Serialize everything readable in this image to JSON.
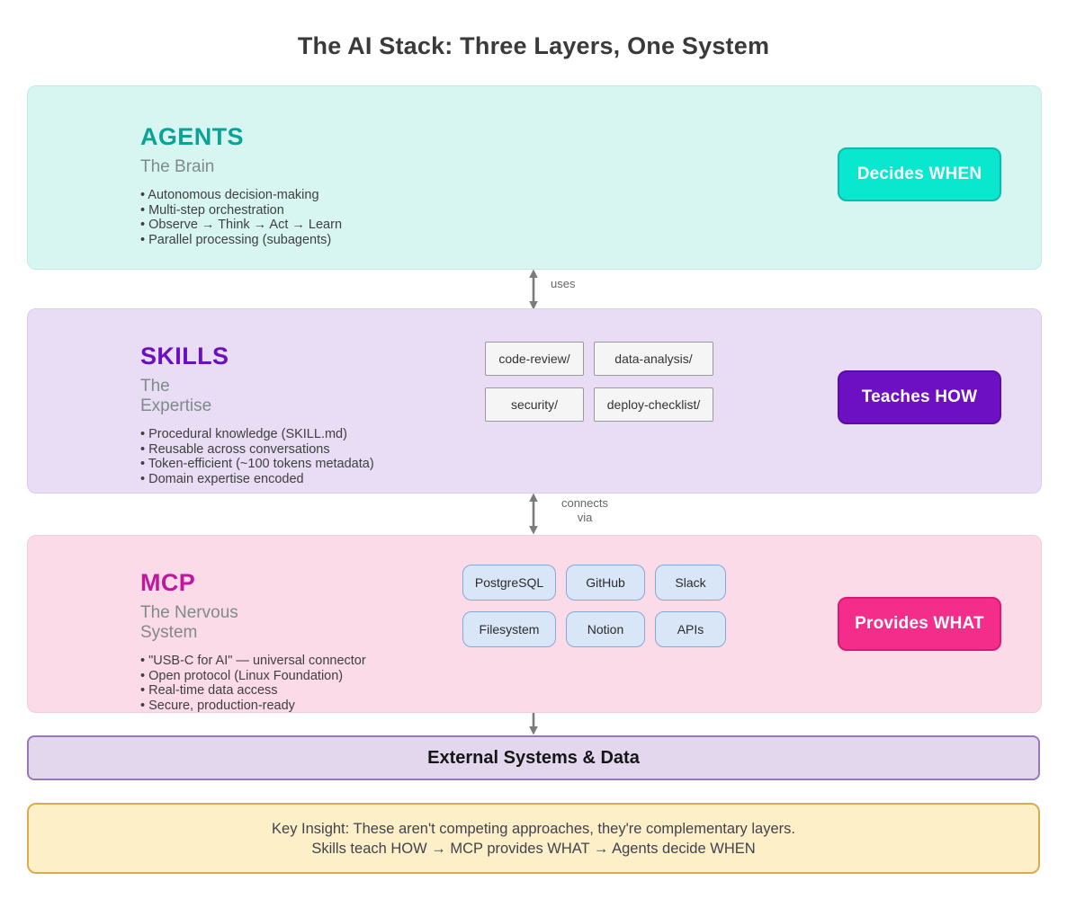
{
  "title": "The AI Stack: Three Layers, One System",
  "layers": {
    "agents": {
      "name": "AGENTS",
      "subtitle_lines": [
        "The Brain"
      ],
      "bullets": [
        "• Autonomous decision-making",
        "• Multi-step orchestration",
        "• Observe → Think → Act → Learn",
        "• Parallel processing (subagents)"
      ],
      "badge": "Decides WHEN"
    },
    "skills": {
      "name": "SKILLS",
      "subtitle_lines": [
        "The",
        "Expertise"
      ],
      "bullets": [
        "• Procedural knowledge (SKILL.md)",
        "• Reusable across conversations",
        "• Token-efficient (~100 tokens metadata)",
        "• Domain expertise encoded"
      ],
      "chips": [
        "code-review/",
        "data-analysis/",
        "security/",
        "deploy-checklist/"
      ],
      "badge": "Teaches HOW"
    },
    "mcp": {
      "name": "MCP",
      "subtitle_lines": [
        "The Nervous",
        "System"
      ],
      "bullets": [
        "• \"USB-C for AI\" — universal connector",
        "• Open protocol (Linux Foundation)",
        "• Real-time data access",
        "• Secure, production-ready"
      ],
      "chips": [
        "PostgreSQL",
        "GitHub",
        "Slack",
        "Filesystem",
        "Notion",
        "APIs"
      ],
      "badge": "Provides WHAT"
    }
  },
  "connectors": {
    "agents_skills_label": "uses",
    "skills_mcp_label_line1": "connects",
    "skills_mcp_label_line2": "via"
  },
  "external_bar_label": "External Systems & Data",
  "key_insight": {
    "line1": "Key Insight: These aren't competing approaches, they're complementary layers.",
    "line2": "Skills teach HOW → MCP provides WHAT → Agents decide WHEN"
  },
  "colors": {
    "agents_panel": "#d8f6f1",
    "agents_heading": "#0aa396",
    "agents_badge": "#0ae7cf",
    "skills_panel": "#e8ddf4",
    "skills_heading": "#6b0fc3",
    "skills_badge": "#6d10c4",
    "mcp_panel": "#fbdbe7",
    "mcp_heading": "#bf189c",
    "mcp_badge": "#f52d8a",
    "external_bar": "#e3d7ed",
    "key_insight_box": "#fdf0c9",
    "arrow": "#7c7c7c"
  }
}
